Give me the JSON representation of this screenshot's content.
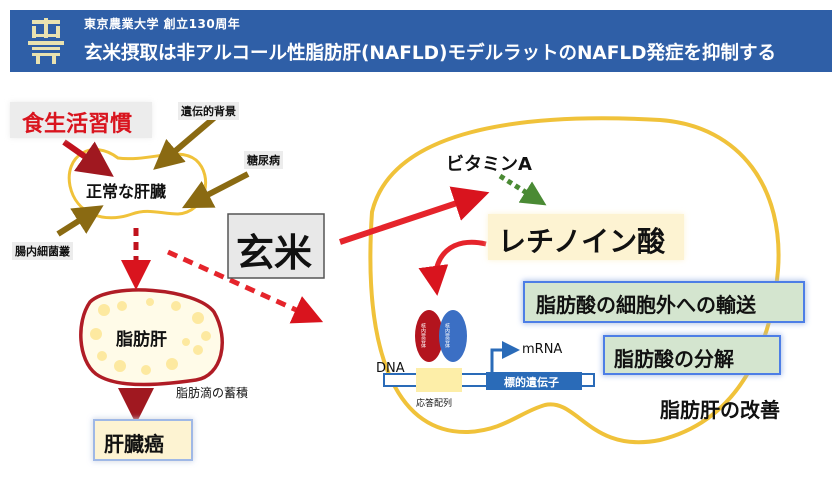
{
  "header": {
    "university": "東京農業大学 創立130周年",
    "title": "玄米摂取は非アルコール性脂肪肝(NAFLD)モデルラットのNAFLD発症を抑制する"
  },
  "left": {
    "lifestyle": "食生活習慣",
    "genetic": "遺伝的背景",
    "diabetes": "糖尿病",
    "normal_liver": "正常な肝臓",
    "gut_flora": "腸内細菌叢",
    "fatty_liver": "脂肪肝",
    "droplets": "脂肪滴の蓄積",
    "cancer": "肝臓癌"
  },
  "center": {
    "brown_rice": "玄米"
  },
  "right": {
    "vitamin_a": "ビタミンA",
    "retinoic_acid": "レチノイン酸",
    "receptor_1": "核内受容体",
    "receptor_2": "核内受容体",
    "mrna": "mRNA",
    "dna": "DNA",
    "target_gene": "標的遺伝子",
    "response_element": "応答配列",
    "export": "脂肪酸の細胞外への輸送",
    "breakdown": "脂肪酸の分解",
    "improvement": "脂肪肝の改善"
  }
}
